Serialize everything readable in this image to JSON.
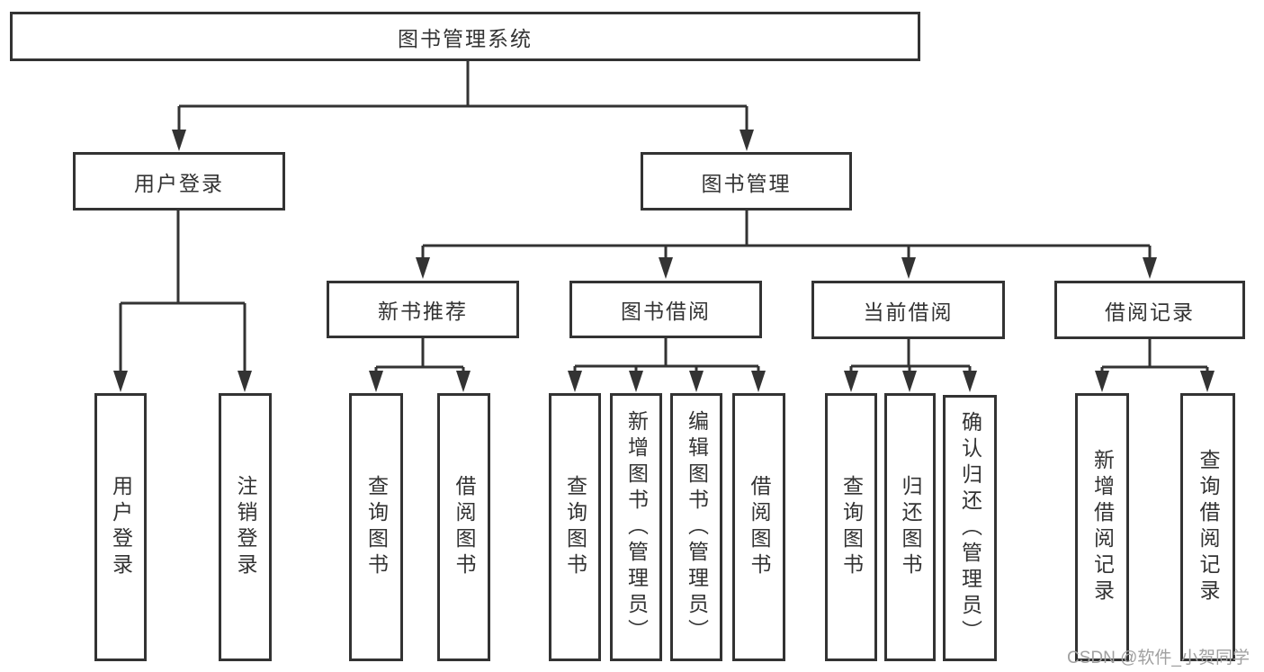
{
  "diagram_type": "hierarchy-tree",
  "tree": {
    "label": "图书管理系统",
    "children": [
      {
        "label": "用户登录",
        "children": [
          {
            "label": "用户登录"
          },
          {
            "label": "注销登录"
          }
        ]
      },
      {
        "label": "图书管理",
        "children": [
          {
            "label": "新书推荐",
            "children": [
              {
                "label": "查询图书"
              },
              {
                "label": "借阅图书"
              }
            ]
          },
          {
            "label": "图书借阅",
            "children": [
              {
                "label": "查询图书"
              },
              {
                "label": "新增图书（管理员）"
              },
              {
                "label": "编辑图书（管理员）"
              },
              {
                "label": "借阅图书"
              }
            ]
          },
          {
            "label": "当前借阅",
            "children": [
              {
                "label": "查询图书"
              },
              {
                "label": "归还图书"
              },
              {
                "label": "确认归还（管理员）"
              }
            ]
          },
          {
            "label": "借阅记录",
            "children": [
              {
                "label": "新增借阅记录"
              },
              {
                "label": "查询借阅记录"
              }
            ]
          }
        ]
      }
    ]
  },
  "watermark": {
    "text": "CSDN @软件_小贺同学"
  },
  "colors": {
    "line": "#333333",
    "box_border": "#333333",
    "text": "#333333",
    "watermark": "#a0a0a0",
    "background": "#ffffff"
  }
}
